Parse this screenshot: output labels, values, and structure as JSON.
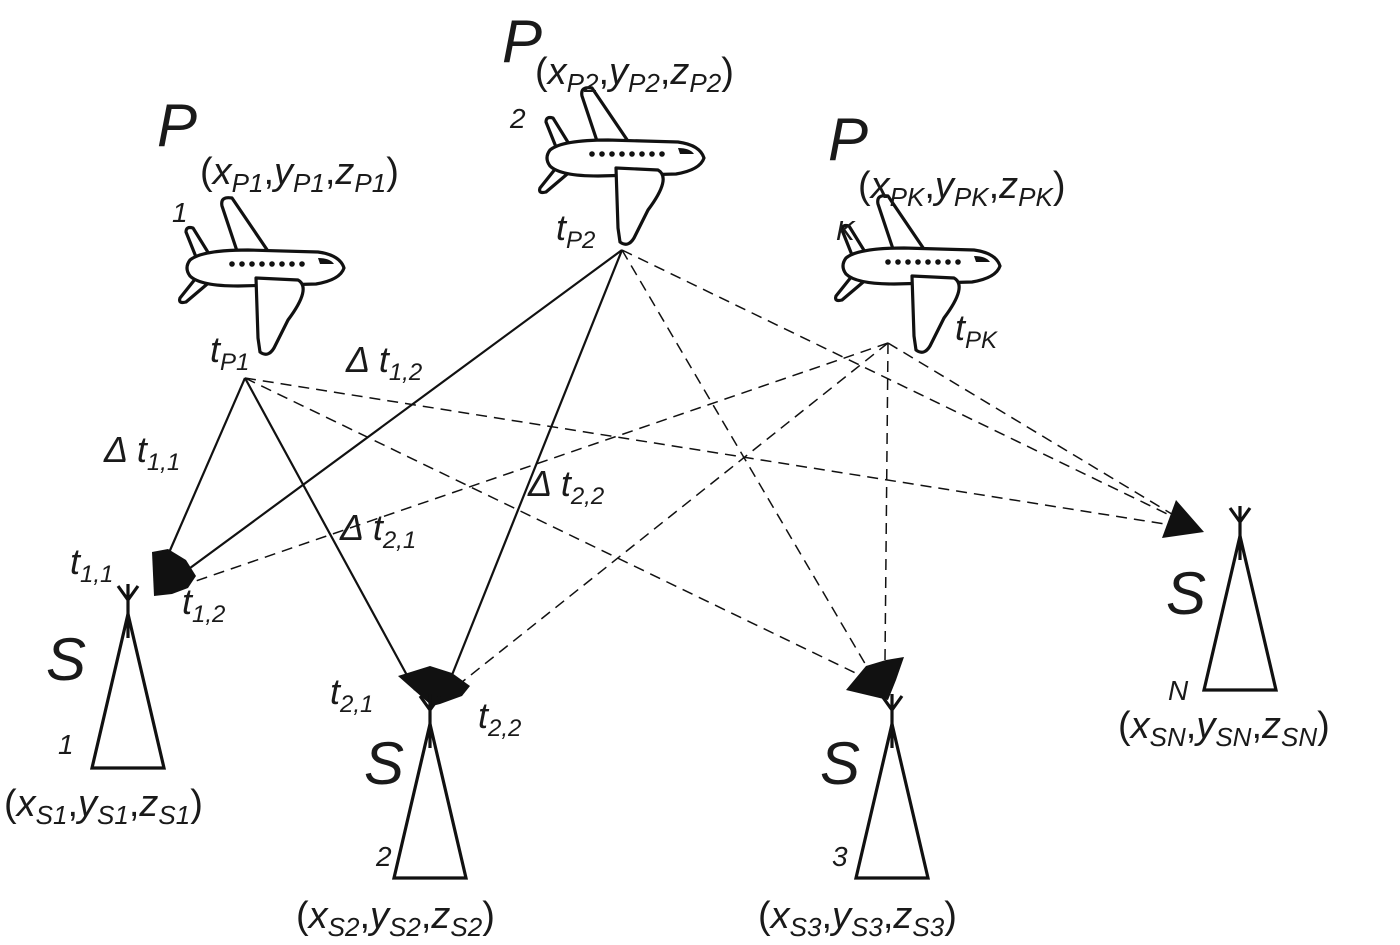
{
  "aircraft": [
    {
      "letter": "P",
      "index": "1",
      "coords": [
        "x",
        "P1",
        "y",
        "P1",
        "z",
        "P1"
      ],
      "time": [
        "t",
        "P1"
      ]
    },
    {
      "letter": "P",
      "index": "2",
      "coords": [
        "x",
        "P2",
        "y",
        "P2",
        "z",
        "P2"
      ],
      "time": [
        "t",
        "P2"
      ]
    },
    {
      "letter": "P",
      "index": "K",
      "coords": [
        "x",
        "PK",
        "y",
        "PK",
        "z",
        "PK"
      ],
      "time": [
        "t",
        "PK"
      ]
    }
  ],
  "stations": [
    {
      "letter": "S",
      "index": "1",
      "coords": [
        "x",
        "S1",
        "y",
        "S1",
        "z",
        "S1"
      ]
    },
    {
      "letter": "S",
      "index": "2",
      "coords": [
        "x",
        "S2",
        "y",
        "S2",
        "z",
        "S2"
      ]
    },
    {
      "letter": "S",
      "index": "3",
      "coords": [
        "x",
        "S3",
        "y",
        "S3",
        "z",
        "S3"
      ]
    },
    {
      "letter": "S",
      "index": "N",
      "coords": [
        "x",
        "SN",
        "y",
        "SN",
        "z",
        "SN"
      ]
    }
  ],
  "arrival_times": {
    "t11": [
      "t",
      "1,1"
    ],
    "t12": [
      "t",
      "1,2"
    ],
    "t21": [
      "t",
      "2,1"
    ],
    "t22": [
      "t",
      "2,2"
    ]
  },
  "delays": {
    "d11": [
      "Δ t",
      "1,1"
    ],
    "d12": [
      "Δ t",
      "1,2"
    ],
    "d21": [
      "Δ t",
      "2,1"
    ],
    "d22": [
      "Δ t",
      "2,2"
    ]
  },
  "punct": {
    "open": "(",
    "comma": ",",
    "close": ")"
  }
}
